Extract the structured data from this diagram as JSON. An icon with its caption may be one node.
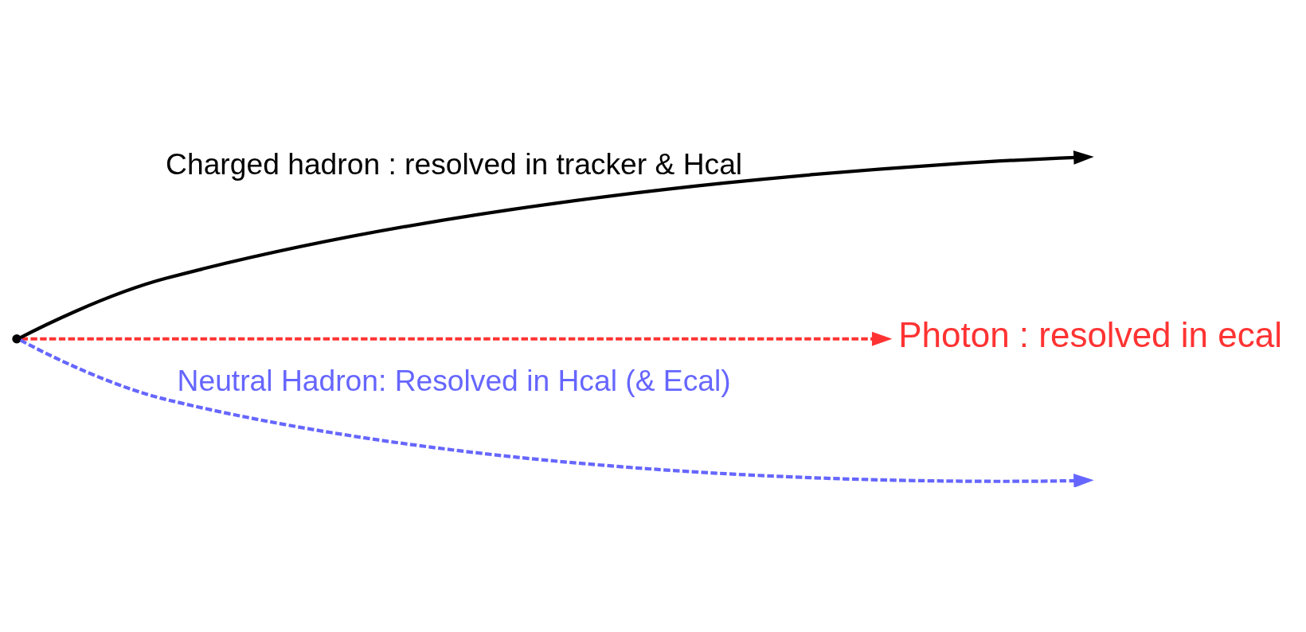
{
  "diagram": {
    "nodes": [
      {
        "text": [],
        "shape": "point"
      },
      {
        "text": [
          "Photon : resolved in ecal"
        ]
      }
    ],
    "edges": [
      {
        "from": 0,
        "to": null,
        "arrow": "to",
        "label": "Charged hadron : resolved in tracker & Hcal",
        "color": "#000000"
      },
      {
        "from": 0,
        "to": 1,
        "arrow": "to",
        "style": "dashed",
        "color": "#ff3333"
      },
      {
        "from": 0,
        "to": null,
        "arrow": "to",
        "label": "Neutral Hadron: Resolved in Hcal (& Ecal)",
        "style": "dashed",
        "color": "#6666ff"
      }
    ]
  }
}
